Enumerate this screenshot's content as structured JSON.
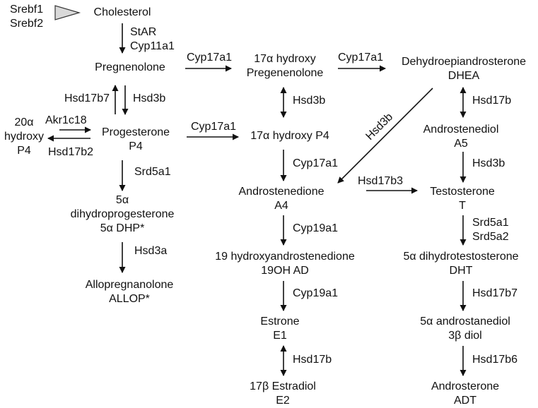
{
  "regulators": {
    "line1": "Srebf1",
    "line2": "Srebf2"
  },
  "nodes": {
    "cholesterol": "Cholesterol",
    "pregnenolone": "Pregnenolone",
    "oh_preg_1": "17α hydroxy",
    "oh_preg_2": "Pregenenolone",
    "dhea_1": "Dehydroepiandrosterone",
    "dhea_2": "DHEA",
    "p4oh_1": "20α",
    "p4oh_2": "hydroxy",
    "p4oh_3": "P4",
    "progesterone_1": "Progesterone",
    "progesterone_2": "P4",
    "oh_p4": "17α hydroxy P4",
    "a5_1": "Androstenediol",
    "a5_2": "A5",
    "dhp_1": "5α",
    "dhp_2": "dihydroprogesterone",
    "dhp_3": "5α DHP*",
    "a4_1": "Androstenedione",
    "a4_2": "A4",
    "t_1": "Testosterone",
    "t_2": "T",
    "allop_1": "Allopregnanolone",
    "allop_2": "ALLOP*",
    "ohad_1": "19 hydroxyandrostenedione",
    "ohad_2": "19OH AD",
    "dht_1": "5α dihydrotestosterone",
    "dht_2": "DHT",
    "e1_1": "Estrone",
    "e1_2": "E1",
    "diol_1": "5α androstanediol",
    "diol_2": "3β diol",
    "e2_1": "17β Estradiol",
    "e2_2": "E2",
    "adt_1": "Androsterone",
    "adt_2": "ADT"
  },
  "enzymes": {
    "star": "StAR",
    "cyp11a1": "Cyp11a1",
    "cyp17a1_a": "Cyp17a1",
    "cyp17a1_b": "Cyp17a1",
    "hsd17b7_a": "Hsd17b7",
    "hsd3b_a": "Hsd3b",
    "hsd3b_b": "Hsd3b",
    "hsd17b_a": "Hsd17b",
    "akr1c18": "Akr1c18",
    "hsd17b2": "Hsd17b2",
    "cyp17a1_c": "Cyp17a1",
    "hsd3b_diag": "Hsd3b",
    "srd5a1_a": "Srd5a1",
    "cyp17a1_d": "Cyp17a1",
    "hsd3b_c": "Hsd3b",
    "hsd17b3": "Hsd17b3",
    "srd5a1_b": "Srd5a1",
    "srd5a2": "Srd5a2",
    "hsd3a": "Hsd3a",
    "cyp19a1_a": "Cyp19a1",
    "hsd17b7_b": "Hsd17b7",
    "cyp19a1_b": "Cyp19a1",
    "hsd17b_b": "Hsd17b",
    "hsd17b6": "Hsd17b6"
  },
  "colors": {
    "ink": "#111111",
    "triangle_fill": "#d9d9d9",
    "triangle_stroke": "#333333"
  }
}
